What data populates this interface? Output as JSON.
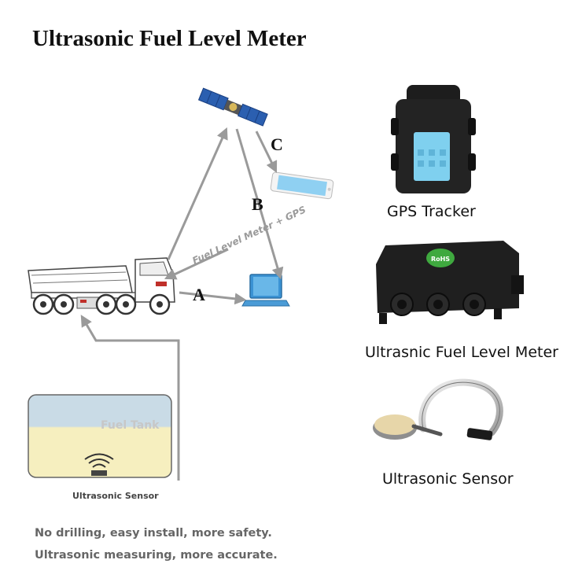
{
  "title": "Ultrasonic Fuel Level Meter",
  "diagram": {
    "route_labels": [
      "A",
      "B",
      "C"
    ],
    "link_label": "Fuel Level Meter + GPS",
    "tank_label": "Fuel Tank",
    "tank_sensor_label": "Ultrasonic Sensor"
  },
  "products": [
    {
      "caption": "GPS Tracker"
    },
    {
      "caption": "Ultrasnic Fuel Level Meter",
      "badge": "RoHS"
    },
    {
      "caption": "Ultrasonic Sensor"
    }
  ],
  "slogans": [
    "No drilling, easy install, more safety.",
    "Ultrasonic measuring, more accurate."
  ],
  "colors": {
    "arrow": "#9a9a9a",
    "tank_top": "#c9dbe6",
    "tank_bottom": "#f6efbf",
    "tank_text": "#c7c7c7",
    "rohs_badge": "#3fa93f"
  }
}
